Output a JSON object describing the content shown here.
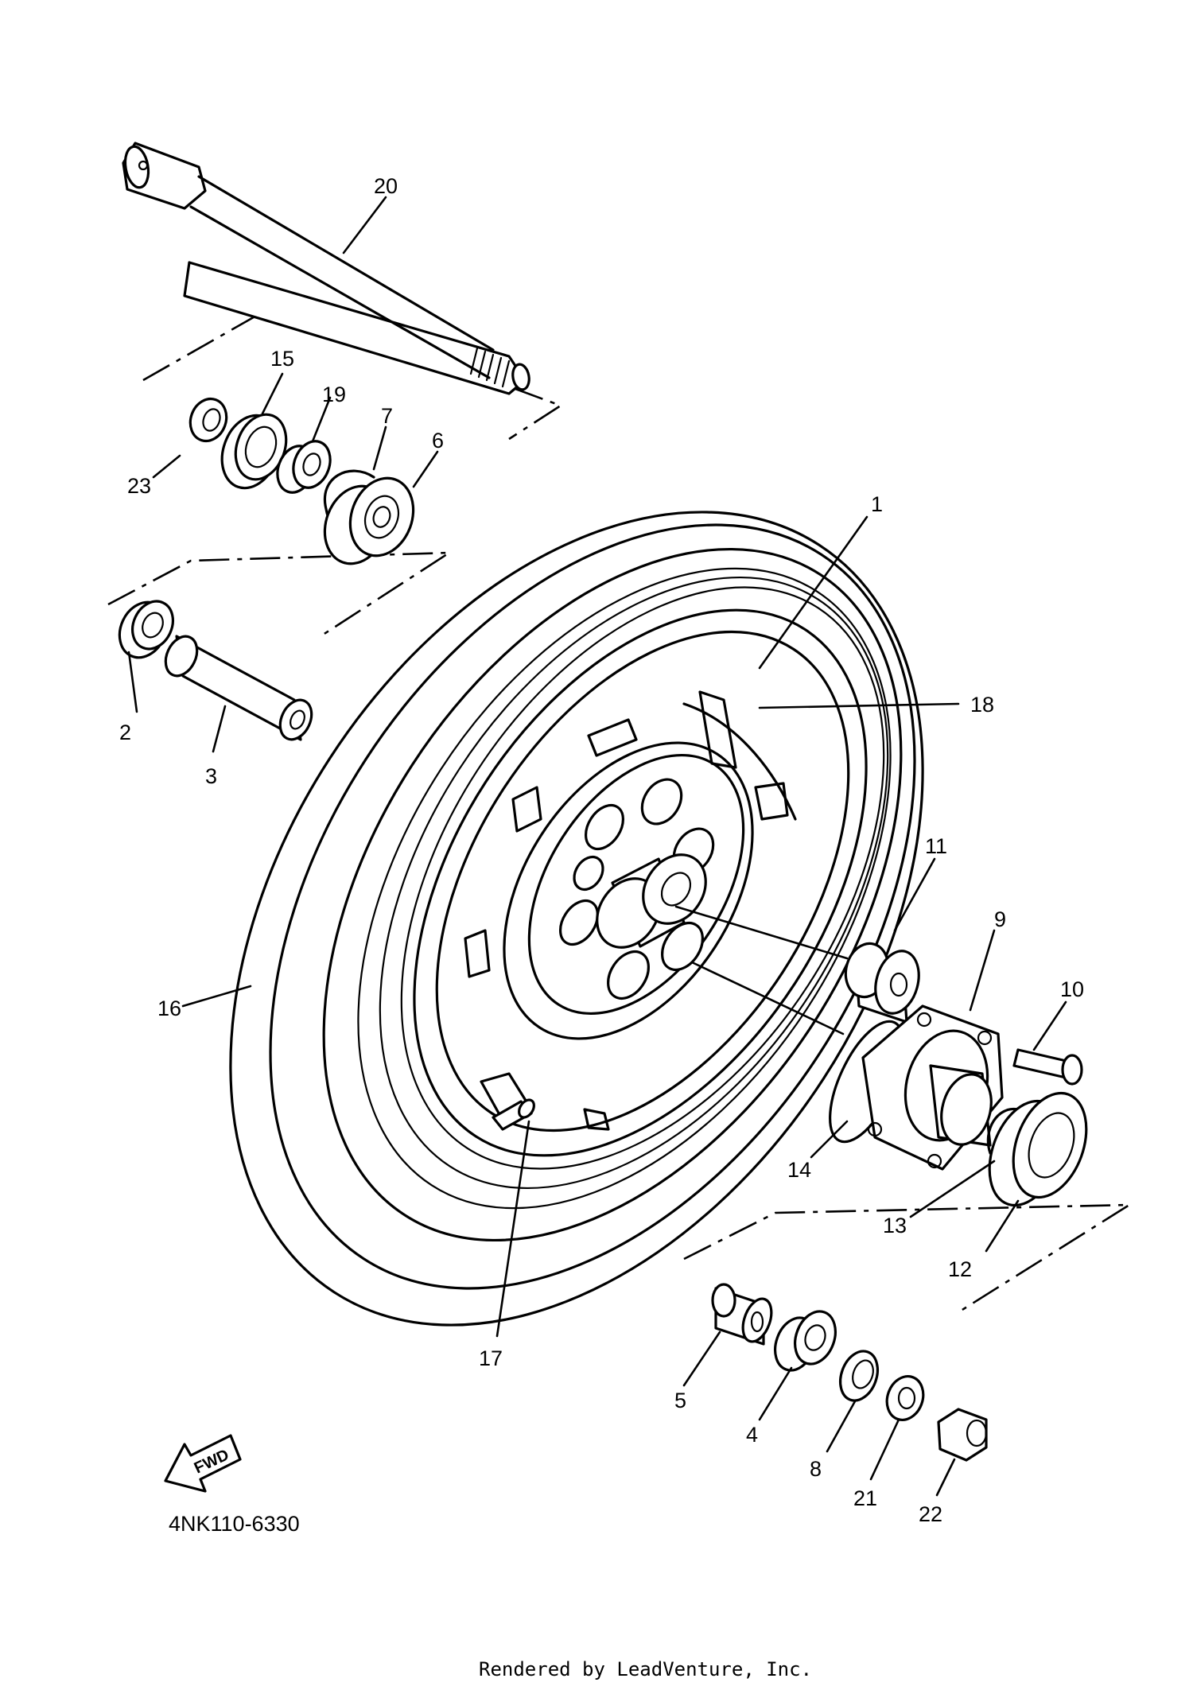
{
  "diagram": {
    "part_number_code": "4NK110-6330",
    "credit": "Rendered by LeadVenture, Inc.",
    "fwd_label": "FWD",
    "callouts": [
      {
        "id": "c1",
        "label": "1"
      },
      {
        "id": "c2",
        "label": "2"
      },
      {
        "id": "c3",
        "label": "3"
      },
      {
        "id": "c4",
        "label": "4"
      },
      {
        "id": "c5",
        "label": "5"
      },
      {
        "id": "c6",
        "label": "6"
      },
      {
        "id": "c7",
        "label": "7"
      },
      {
        "id": "c8",
        "label": "8"
      },
      {
        "id": "c9",
        "label": "9"
      },
      {
        "id": "c10",
        "label": "10"
      },
      {
        "id": "c11",
        "label": "11"
      },
      {
        "id": "c12",
        "label": "12"
      },
      {
        "id": "c13",
        "label": "13"
      },
      {
        "id": "c14",
        "label": "14"
      },
      {
        "id": "c15",
        "label": "15"
      },
      {
        "id": "c16",
        "label": "16"
      },
      {
        "id": "c17",
        "label": "17"
      },
      {
        "id": "c18",
        "label": "18"
      },
      {
        "id": "c19",
        "label": "19"
      },
      {
        "id": "c20",
        "label": "20"
      },
      {
        "id": "c21",
        "label": "21"
      },
      {
        "id": "c22",
        "label": "22"
      },
      {
        "id": "c23",
        "label": "23"
      }
    ]
  }
}
